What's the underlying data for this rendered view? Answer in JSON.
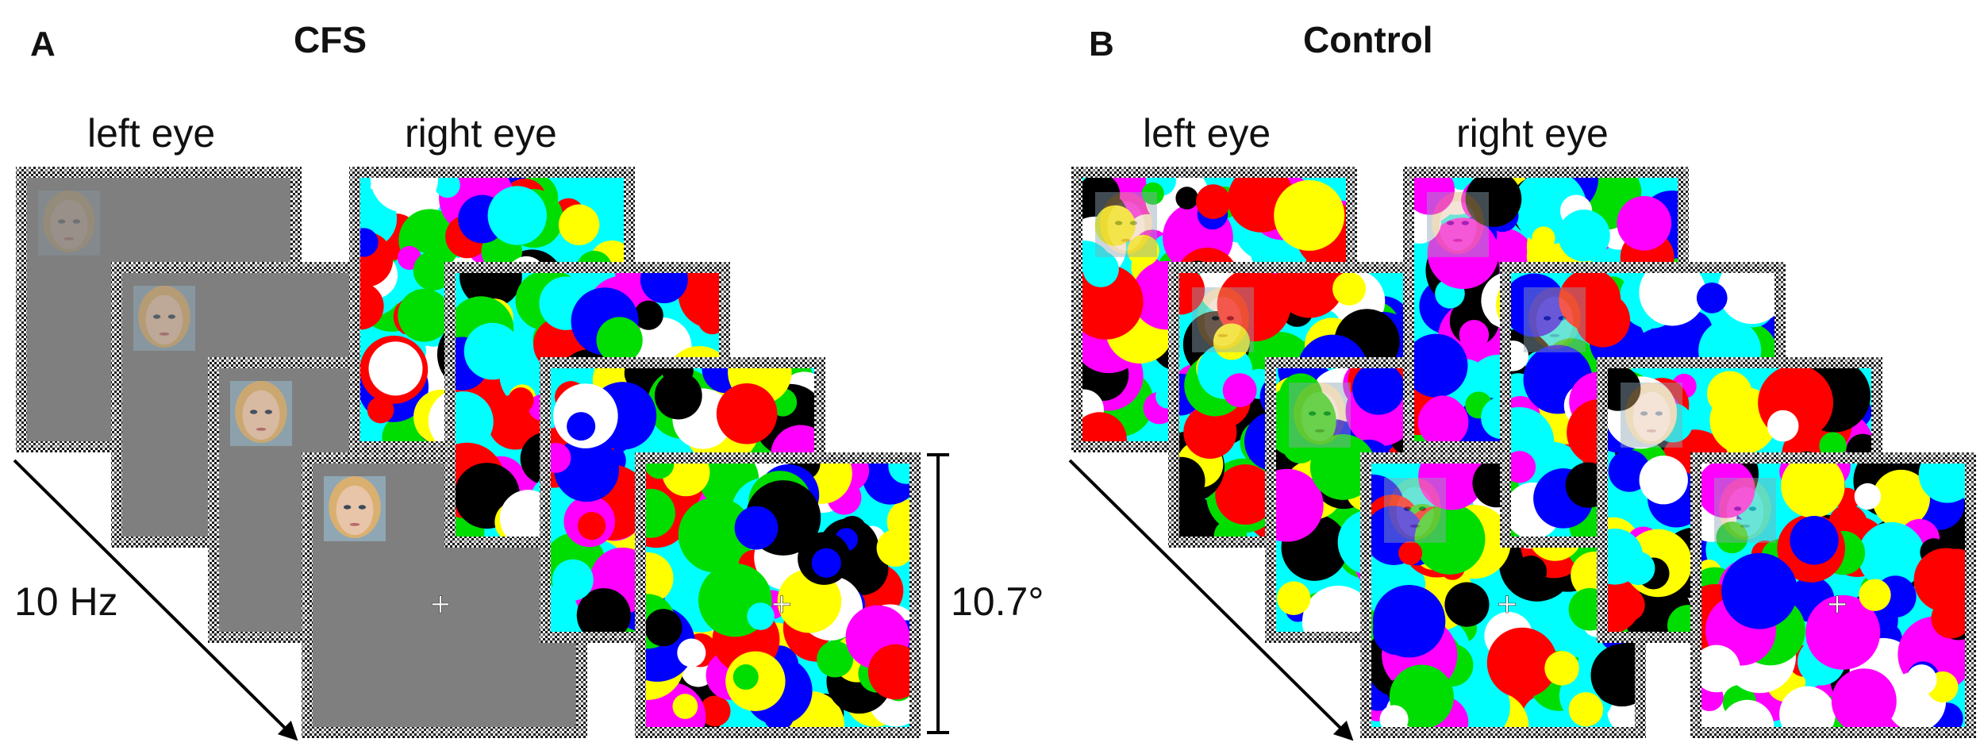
{
  "panels": {
    "a": {
      "letter": "A",
      "title": "CFS",
      "left_eye_label": "left eye",
      "right_eye_label": "right eye",
      "rate_label": "10 Hz",
      "size_label": "10.7°"
    },
    "b": {
      "letter": "B",
      "title": "Control",
      "left_eye_label": "left eye",
      "right_eye_label": "right eye"
    }
  },
  "fixation_cross": "+",
  "colors": {
    "gray_field": "#7f7f7f",
    "noise_dark": "#1a1a1a",
    "noise_light": "#f2f2f2",
    "arrow": "#000000",
    "mondrian": [
      "#ff0000",
      "#00dd00",
      "#0000ff",
      "#ffff00",
      "#ff00ff",
      "#00ffff",
      "#000000",
      "#ffffff"
    ],
    "face_skin": "#e8c4a8",
    "face_hair": "#d9b070"
  }
}
